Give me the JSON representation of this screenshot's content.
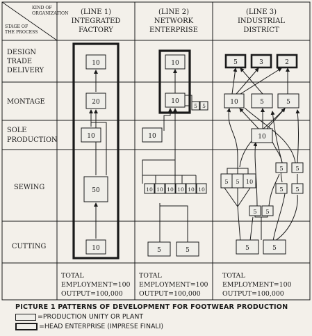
{
  "header": {
    "kind_label_1": "KIND OF",
    "kind_label_2": "ORGANIZATION",
    "stage_label_1": "STAGE OF",
    "stage_label_2": "THE PROCESS"
  },
  "columns": [
    {
      "line": "(LINE 1)",
      "name_1": "INTEGRATED",
      "name_2": "FACTORY"
    },
    {
      "line": "(LINE 2)",
      "name_1": "NETWORK",
      "name_2": "ENTERPRISE"
    },
    {
      "line": "(LINE 3)",
      "name_1": "INDUSTRIAL",
      "name_2": "DISTRICT"
    }
  ],
  "stages": [
    {
      "lines": [
        "DESIGN",
        "TRADE",
        "DELIVERY"
      ]
    },
    {
      "lines": [
        "MONTAGE"
      ]
    },
    {
      "lines": [
        "SOLE",
        "PRODUCTION"
      ]
    },
    {
      "lines": [
        "SEWING"
      ]
    },
    {
      "lines": [
        "CUTTING"
      ]
    }
  ],
  "line1": {
    "design": "10",
    "montage": "20",
    "sole": "10",
    "sewing": "50",
    "cutting": "10"
  },
  "line2": {
    "design": "10",
    "montage": "10",
    "montage_small": [
      "5",
      "5"
    ],
    "sole": "10",
    "sewing": [
      "10",
      "10",
      "10",
      "10",
      "10",
      "10"
    ],
    "cutting": [
      "5",
      "5"
    ]
  },
  "line3": {
    "design": [
      "5",
      "3",
      "2"
    ],
    "montage": [
      "10",
      "5",
      "5"
    ],
    "sole": "10",
    "sewing_group": [
      "5",
      "5",
      "10"
    ],
    "sewing_right": [
      "5",
      "5",
      "5",
      "5"
    ],
    "sewing_low": [
      "5",
      "5"
    ],
    "cutting": [
      "5",
      "5"
    ]
  },
  "totals": [
    {
      "label": "TOTAL",
      "employment": "EMPLOYMENT=100",
      "output": "OUTPUT=100,000"
    },
    {
      "label": "TOTAL",
      "employment": "EMPLOYMENT=100",
      "output": "OUTPUT=100,000"
    },
    {
      "label": "TOTAL",
      "employment": "EMPLOYMENT=100",
      "output": "OUTPUT=100,000"
    }
  ],
  "caption": {
    "title": "PICTURE 1   PATTERNS OF DEVELOPMENT FOR FOOTWEAR PRODUCTION",
    "legend_plant": "=PRODUCTION UNITY OR PLANT",
    "legend_head": "=HEAD ENTERPRISE (IMPRESE FINALI)"
  }
}
